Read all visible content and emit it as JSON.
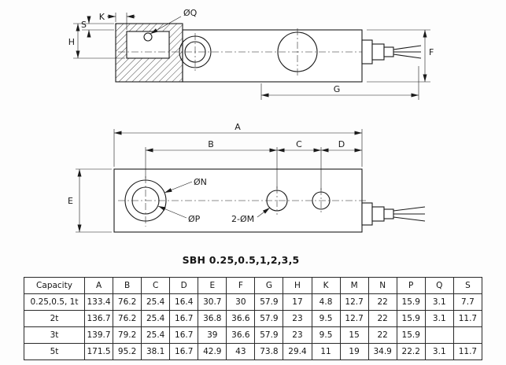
{
  "title": "SBH 0.25,0.5,1,2,3,5",
  "side_view": {
    "labels": {
      "q_hole": "ØQ",
      "s": "S",
      "h": "H",
      "k": "K",
      "f": "F",
      "g": "G"
    }
  },
  "top_view": {
    "labels": {
      "a": "A",
      "b": "B",
      "c": "C",
      "d": "D",
      "e": "E",
      "n_hole": "ØN",
      "p_hole": "ØP",
      "m_holes": "2-ØM"
    }
  },
  "table": {
    "columns": [
      "Capacity",
      "A",
      "B",
      "C",
      "D",
      "E",
      "F",
      "G",
      "H",
      "K",
      "M",
      "N",
      "P",
      "Q",
      "S"
    ],
    "rows": [
      [
        "0.25,0.5, 1t",
        "133.4",
        "76.2",
        "25.4",
        "16.4",
        "30.7",
        "30",
        "57.9",
        "17",
        "4.8",
        "12.7",
        "22",
        "15.9",
        "3.1",
        "7.7"
      ],
      [
        "2t",
        "136.7",
        "76.2",
        "25.4",
        "16.7",
        "36.8",
        "36.6",
        "57.9",
        "23",
        "9.5",
        "12.7",
        "22",
        "15.9",
        "3.1",
        "11.7"
      ],
      [
        "3t",
        "139.7",
        "79.2",
        "25.4",
        "16.7",
        "39",
        "36.6",
        "57.9",
        "23",
        "9.5",
        "15",
        "22",
        "15.9",
        "",
        ""
      ],
      [
        "5t",
        "171.5",
        "95.2",
        "38.1",
        "16.7",
        "42.9",
        "43",
        "73.8",
        "29.4",
        "11",
        "19",
        "34.9",
        "22.2",
        "3.1",
        "11.7"
      ]
    ]
  }
}
